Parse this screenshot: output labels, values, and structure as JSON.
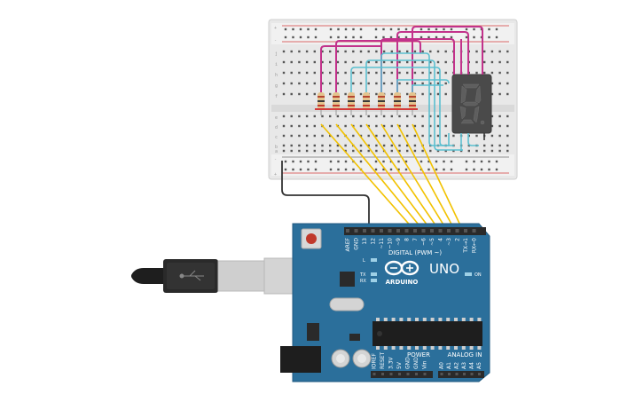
{
  "colors": {
    "wire_signal": "#f2c200",
    "wire_common_magenta": "#c2328b",
    "wire_common_cyan": "#5bbfd0",
    "wire_gnd": "#333333",
    "board": "#2b6f9b",
    "breadboard": "#e8e8e8"
  },
  "arduino": {
    "logo_text": "ARDUINO",
    "model": "UNO",
    "digital_header": "DIGITAL (PWM ~)",
    "analog_header": "ANALOG IN",
    "power_header": "POWER",
    "on_label": "ON",
    "led_labels": [
      "L",
      "TX",
      "RX"
    ],
    "digital_pins": [
      "AREF",
      "GND",
      "13",
      "12",
      "~11",
      "~10",
      "~9",
      "8",
      "7",
      "~6",
      "~5",
      "4",
      "~3",
      "2",
      "TX→1",
      "RX←0"
    ],
    "power_pins": [
      "IOREF",
      "RESET",
      "3.3V",
      "5V",
      "GND",
      "GND",
      "Vin"
    ],
    "analog_pins": [
      "A0",
      "A1",
      "A2",
      "A3",
      "A4",
      "A5"
    ]
  },
  "breadboard": {
    "row_letters_top": [
      "j",
      "i",
      "h",
      "g",
      "f"
    ],
    "row_letters_bottom": [
      "e",
      "d",
      "c",
      "b",
      "a"
    ],
    "rail_sign_plus": "+",
    "rail_sign_minus": "-"
  },
  "display": {
    "digit": "8."
  }
}
